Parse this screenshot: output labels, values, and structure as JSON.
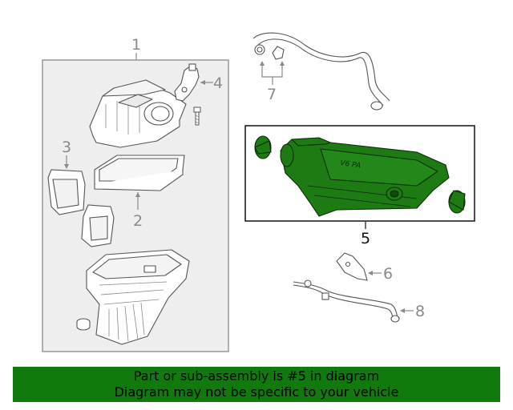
{
  "callouts": {
    "c1": "1",
    "c2": "2",
    "c3": "3",
    "c4": "4",
    "c5": "5",
    "c6": "6",
    "c7": "7",
    "c8": "8"
  },
  "highlight_part": "5",
  "highlight_color": "#1e7a12",
  "banner": {
    "line1": "Part or sub-assembly is #5 in diagram",
    "line2": "Diagram may not be specific to your vehicle",
    "background": "#117a0c"
  },
  "line_color": "#8a8a8a",
  "logo_text": "V6 PA"
}
